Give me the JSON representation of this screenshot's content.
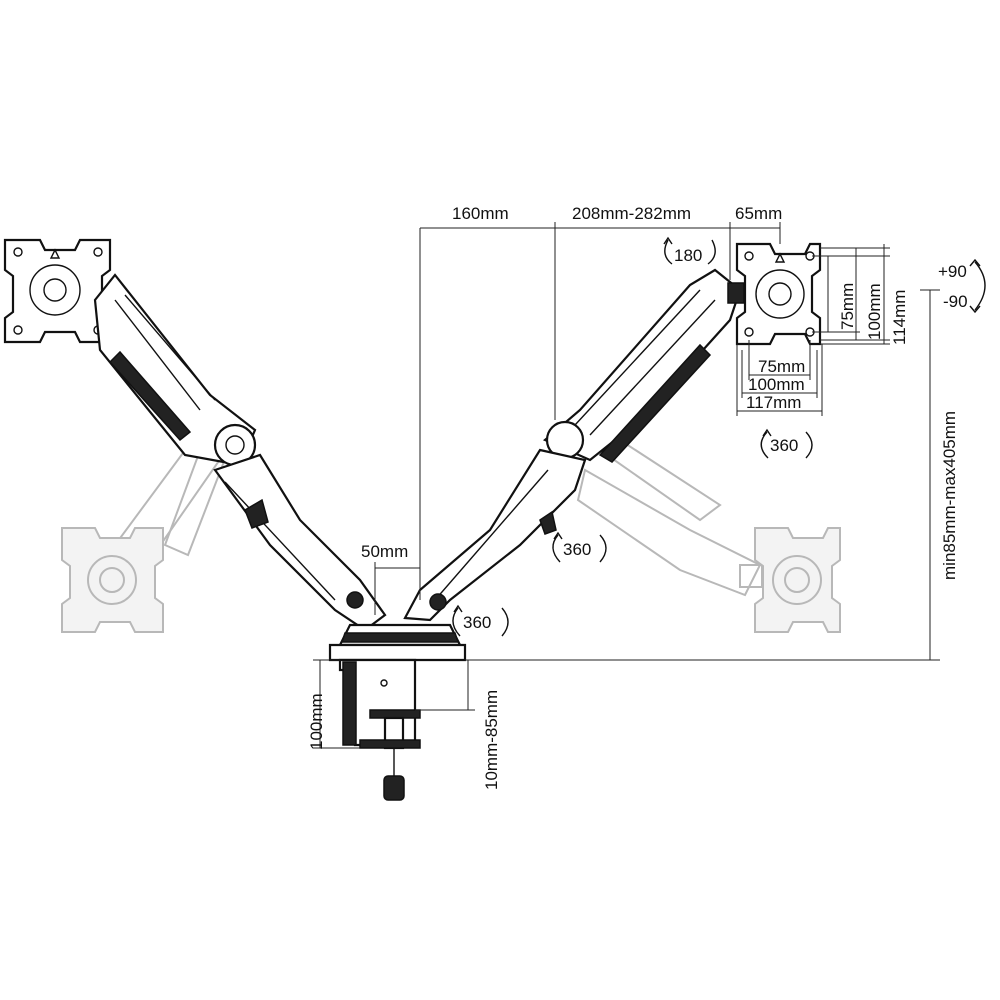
{
  "dimensions": {
    "horizontal_offset": "160mm",
    "arm_reach": "208mm-282mm",
    "vesa_plate_depth": "65mm",
    "base_gap": "50mm",
    "height_range": "min85mm-max405mm",
    "clamp_height": "100mm",
    "desk_thickness": "10mm-85mm",
    "vesa_75_vertical": "75mm",
    "vesa_100_vertical": "100mm",
    "plate_height": "114mm",
    "vesa_75_horizontal": "75mm",
    "vesa_100_horizontal": "100mm",
    "plate_width": "117mm"
  },
  "rotations": {
    "tilt_180": "180",
    "rotate_plate_360": "360",
    "swivel_arm_360": "360",
    "swivel_base_360": "360",
    "tilt_plus": "+90",
    "tilt_minus": "-90"
  },
  "colors": {
    "line": "#111111",
    "ghost": "#b8b8b8"
  }
}
